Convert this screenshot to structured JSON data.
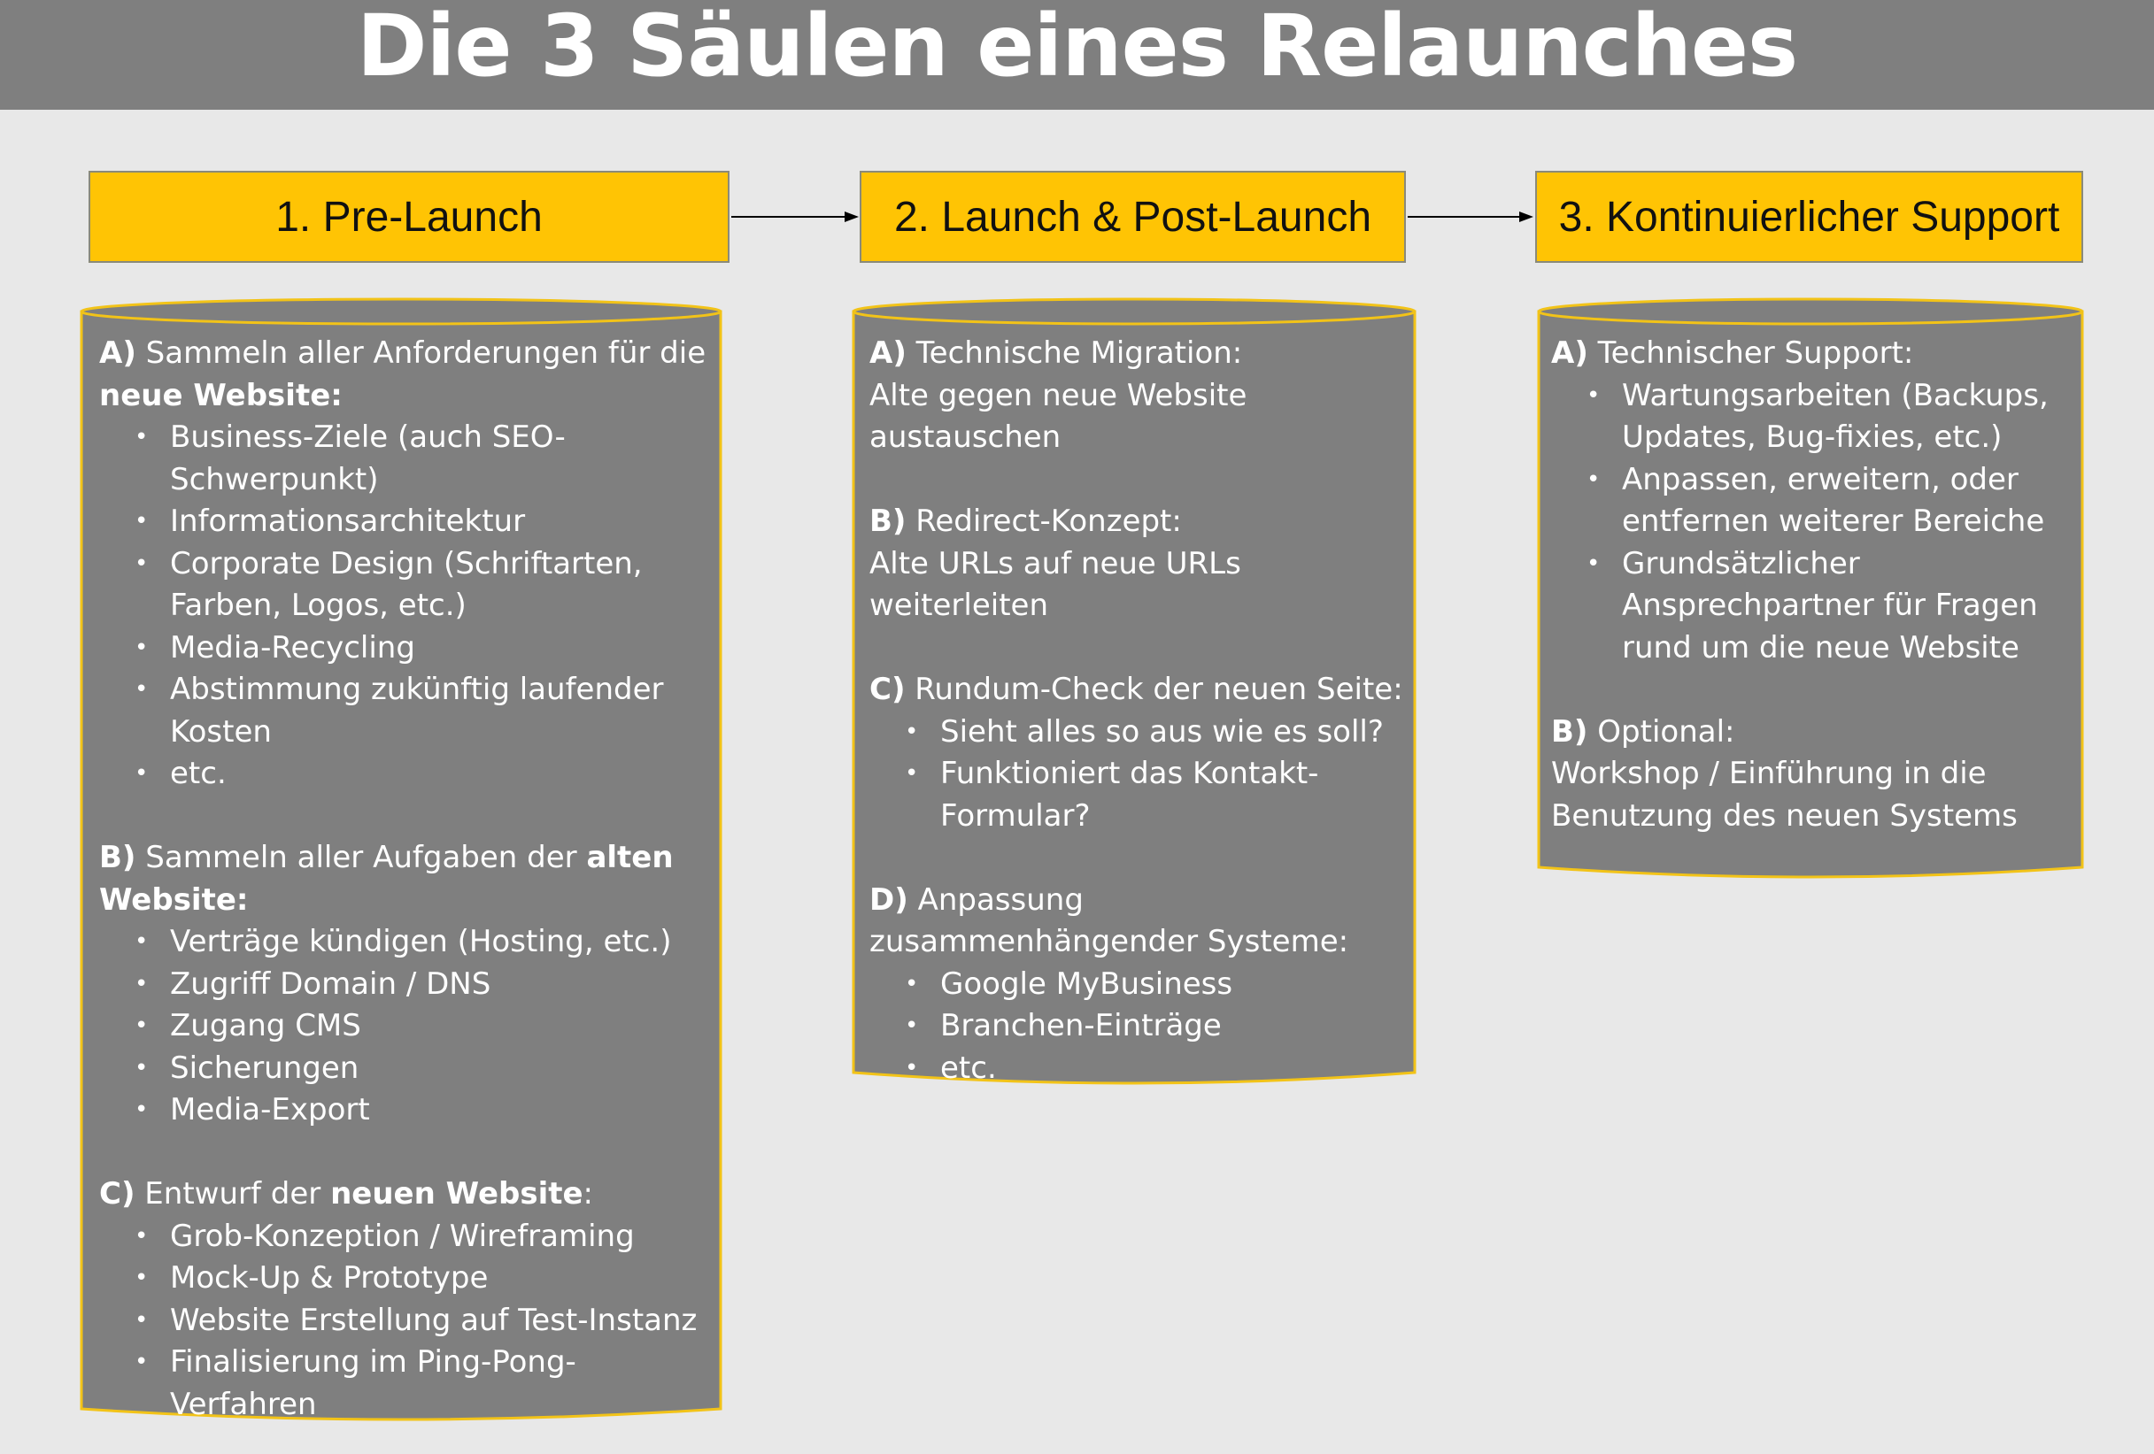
{
  "title": "Die 3 Säulen eines Relaunches",
  "stages": [
    {
      "label": "1. Pre-Launch"
    },
    {
      "label": "2. Launch & Post-Launch"
    },
    {
      "label": "3. Kontinuierlicher Support"
    }
  ],
  "colors": {
    "title_bar": "#7f7f7f",
    "stage_fill": "#ffc404",
    "column_fill": "#7f7f7f",
    "column_border": "#f2c318",
    "background": "#e8e8e8"
  },
  "columns": [
    {
      "sections": [
        {
          "letter": "A)",
          "parts": [
            {
              "t": " Sammeln aller Anforderungen für die "
            },
            {
              "t": "neue Website:",
              "b": true
            }
          ],
          "items": [
            "Business-Ziele (auch SEO-Schwerpunkt)",
            "Informationsarchitektur",
            "Corporate Design (Schriftarten, Farben, Logos, etc.)",
            "Media-Recycling",
            "Abstimmung zukünftig laufender Kosten",
            "etc."
          ]
        },
        {
          "letter": "B)",
          "parts": [
            {
              "t": " Sammeln aller Aufgaben der "
            },
            {
              "t": "alten Website:",
              "b": true
            }
          ],
          "items": [
            "Verträge kündigen (Hosting, etc.)",
            "Zugriff Domain / DNS",
            "Zugang CMS",
            "Sicherungen",
            "Media-Export"
          ]
        },
        {
          "letter": "C)",
          "parts": [
            {
              "t": " Entwurf der "
            },
            {
              "t": "neuen Website",
              "b": true
            },
            {
              "t": ":"
            }
          ],
          "items": [
            "Grob-Konzeption / Wireframing",
            "Mock-Up & Prototype",
            "Website Erstellung auf Test-Instanz",
            "Finalisierung im Ping-Pong-Verfahren"
          ]
        }
      ]
    },
    {
      "sections": [
        {
          "letter": "A)",
          "parts": [
            {
              "t": " Technische Migration:"
            }
          ],
          "lines": [
            "Alte gegen neue Website austauschen"
          ]
        },
        {
          "letter": "B)",
          "parts": [
            {
              "t": " Redirect-Konzept:"
            }
          ],
          "lines": [
            "Alte URLs auf neue URLs weiterleiten"
          ]
        },
        {
          "letter": "C)",
          "parts": [
            {
              "t": " Rundum-Check der neuen Seite:"
            }
          ],
          "items": [
            "Sieht alles so aus wie es soll?",
            "Funktioniert das Kontakt-Formular?"
          ]
        },
        {
          "letter": "D)",
          "parts": [
            {
              "t": " Anpassung zusammenhängender Systeme:"
            }
          ],
          "items": [
            "Google MyBusiness",
            "Branchen-Einträge",
            "etc."
          ]
        }
      ]
    },
    {
      "sections": [
        {
          "letter": "A)",
          "parts": [
            {
              "t": " Technischer Support:"
            }
          ],
          "items": [
            "Wartungsarbeiten (Backups, Updates, Bug-fixies, etc.)",
            "Anpassen, erweitern, oder entfernen weiterer Bereiche",
            "Grundsätzlicher Ansprechpartner für Fragen rund um die neue Website"
          ]
        },
        {
          "letter": "B)",
          "parts": [
            {
              "t": " Optional:"
            }
          ],
          "lines": [
            "Workshop / Einführung in die Benutzung des neuen Systems"
          ]
        }
      ]
    }
  ]
}
